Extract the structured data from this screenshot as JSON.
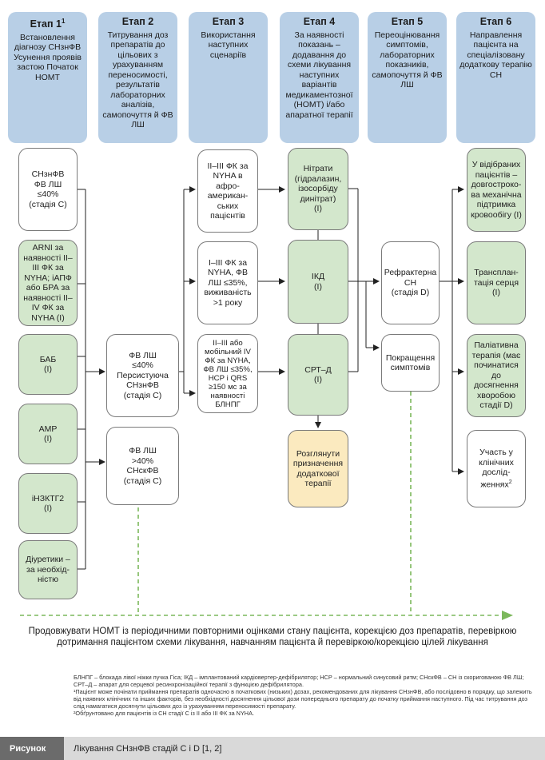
{
  "stages": [
    {
      "title": "Етап 1",
      "sup": "1",
      "text": "Встановлення діагнозу СНзнФВ Усунення проявів застою Початок НОМТ"
    },
    {
      "title": "Етап 2",
      "sup": "",
      "text": "Титрування доз препаратів до цільових з урахуванням переносимості, результатів лабораторних аналізів, самопочуття й ФВ ЛШ"
    },
    {
      "title": "Етап 3",
      "sup": "",
      "text": "Використання наступних сценаріїв"
    },
    {
      "title": "Етап 4",
      "sup": "",
      "text": "За наявності показань – додавання до схеми лікування наступних варіантів медикаментозної (НОМТ) і/або апаратної терапії"
    },
    {
      "title": "Етап 5",
      "sup": "",
      "text": "Переоцінювання симптомів, лабораторних показників, самопочуття й ФВ ЛШ"
    },
    {
      "title": "Етап 6",
      "sup": "",
      "text": "Направлення пацієнта на спеціалізовану додаткову терапію СН"
    }
  ],
  "col1": [
    "СНзнФВ\nФВ ЛШ\n≤40%\n(стадія С)",
    "ARNI за наявності II–III ФК за NYHA; іАПФ або БРА за наявності II–IV ФК за NYHA (I)",
    "БАБ\n(I)",
    "АМР\n(I)",
    "іНЗКТГ2\n(I)",
    "Діуретики – за необхід-ністю"
  ],
  "col2": [
    "ФВ ЛШ\n≤40%\nПерсистуюча СНзнФВ\n(стадія С)",
    "ФВ ЛШ\n>40%\nСНскФВ\n(стадія С)"
  ],
  "col3": [
    "II–III ФК за NYHA в афро-американ-ських пацієнтів",
    "I–III ФК за NYHA, ФВ ЛШ ≤35%, виживаність >1 року",
    "II–III або мобільний IV ФК за NYHA, ФВ ЛШ ≤35%, НСР і QRS ≥150 мс за наявності БЛНПГ"
  ],
  "col4": [
    "Нітрати\n(гідралазин,\nізосорбіду\nдинітрат)\n(I)",
    "ІКД\n(I)",
    "СРТ–Д\n(I)",
    "Розглянути призначення додаткової терапії"
  ],
  "col5": [
    "Рефрактерна СН\n(стадія D)",
    "Покращення симптомів"
  ],
  "col6": [
    "У відібраних пацієнтів – довгостроко-ва механічна підтримка кровообігу (I)",
    "Трансплан-тація серця (I)",
    "Паліативна терапія (має починатися до досягнення хворобою стадії D)",
    "Участь у клінічних дослід-женнях"
  ],
  "col6_sup": "2",
  "bottom_text": "Продовжувати НОМТ із періодичними повторними оцінками стану пацієнта, корекцією доз препаратів, перевіркою дотримання пацієнтом схеми лікування, навчанням пацієнта й перевіркою/корекцією цілей лікування",
  "footnotes": [
    "БЛНПГ – блокада лівої ніжки пучка Гіса; ІКД – імплантований кардіовертер-дефібрилятор; НСР – нормальний синусовий ритм; СНскФВ – СН із скоригованою ФВ ЛШ; СРТ–Д – апарат для серцевої ресинхронізаційної терапії з функцією дефібрилятора.",
    "¹Пацієнт може почінати приймання препаратів одночасно в початкових (низьких) дозах, рекомендованих для лікування СНзнФВ, або послідовно в порядку, що залежить від наявних клінічних та інших факторів, без необхідності досягнення цільової дози попереднього препарату до початку приймання наступного. Під час титрування доз слід намагатися досягнути цільових доз із урахуванням переносимості препарату.",
    "²Обґрунтовано для пацієнтів із СН стадії С із II або III ФК за NYHA."
  ],
  "caption_label": "Рисунок",
  "caption_text": "Лікування СНзнФВ стадій С і D [1, 2]",
  "colors": {
    "stage": "#b8cfe6",
    "green": "#d3e7cc",
    "yellow": "#fbeabf",
    "dashed": "#7cb85c"
  }
}
